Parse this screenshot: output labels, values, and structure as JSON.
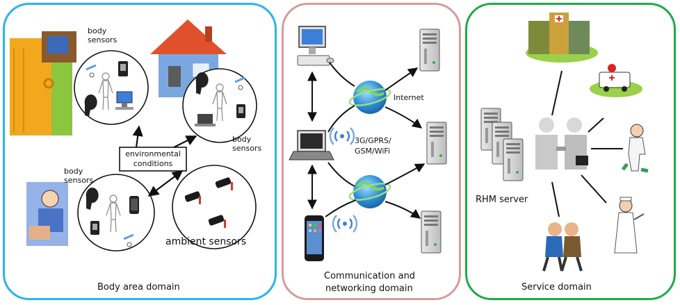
{
  "colors": {
    "body_domain_border": "#2bb3e8",
    "comm_domain_border": "#d99a9a",
    "service_domain_border": "#1faa4a",
    "wireless_icon": "#3c7fd8",
    "globe": "#2e8fd6"
  },
  "body_area": {
    "title": "Body area domain",
    "sensor_labels": [
      "body\nsensors",
      "body\nsensors",
      "body\nsensors"
    ],
    "env_box": "environmental\nconditions",
    "ambient": "ambient sensors"
  },
  "comm": {
    "title_line1": "Communication and",
    "title_line2": "networking domain",
    "internet": "Internet",
    "wireless_line1": "3G/GPRS/",
    "wireless_line2": "GSM/WiFi"
  },
  "service": {
    "title": "Service domain",
    "server_label": "RHM server"
  },
  "icons": [
    "building-icon",
    "house-icon",
    "person-icon",
    "watch-icon",
    "monitor-icon",
    "laptop-icon",
    "phone-icon",
    "globe-icon",
    "server-icon",
    "desktop-icon",
    "hospital-icon",
    "ambulance-icon",
    "doctor-icon",
    "nurse-icon",
    "family-icon",
    "handshake-icon",
    "wireless-icon",
    "headset-icon",
    "sensor-icon"
  ]
}
